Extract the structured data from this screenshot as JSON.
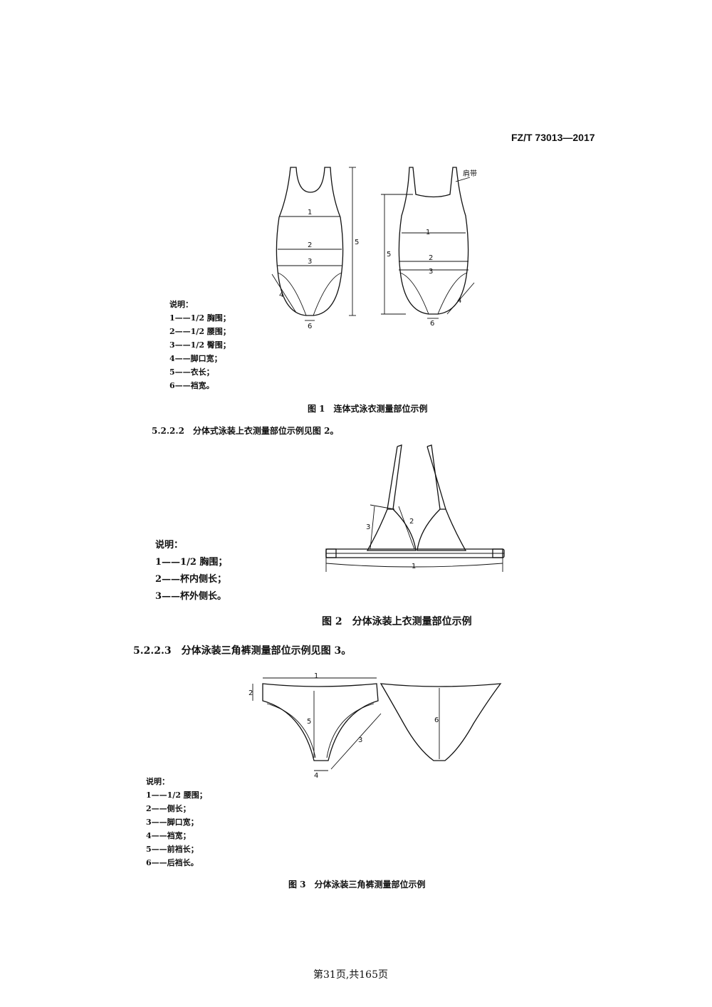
{
  "header": {
    "doc_code": "FZ/T 73013—2017"
  },
  "fig1": {
    "label_shoulder_strap": "肩带",
    "numbers": [
      "1",
      "2",
      "3",
      "4",
      "5",
      "6"
    ],
    "legend_title": "说明：",
    "legend": [
      "1——1/2 胸围；",
      "2——1/2 腰围；",
      "3——1/2 臀围；",
      "4——脚口宽；",
      "5——衣长；",
      "6——裆宽。"
    ],
    "caption": "图 1　连体式泳衣测量部位示例"
  },
  "sec_5222": "5.2.2.2　分体式泳装上衣测量部位示例见图 2。",
  "fig2": {
    "numbers": [
      "1",
      "2",
      "3"
    ],
    "legend_title": "说明：",
    "legend": [
      "1——1/2 胸围；",
      "2——杯内侧长；",
      "3——杯外侧长。"
    ],
    "caption": "图 2　分体泳装上衣测量部位示例"
  },
  "sec_5223": "5.2.2.3　分体泳装三角裤测量部位示例见图 3。",
  "fig3": {
    "numbers": [
      "1",
      "2",
      "3",
      "4",
      "5",
      "6"
    ],
    "legend_title": "说明：",
    "legend": [
      "1——1/2 腰围；",
      "2——侧长；",
      "3——脚口宽；",
      "4——裆宽；",
      "5——前裆长；",
      "6——后裆长。"
    ],
    "caption": "图 3　分体泳装三角裤测量部位示例"
  },
  "footer": "第31页,共165页"
}
